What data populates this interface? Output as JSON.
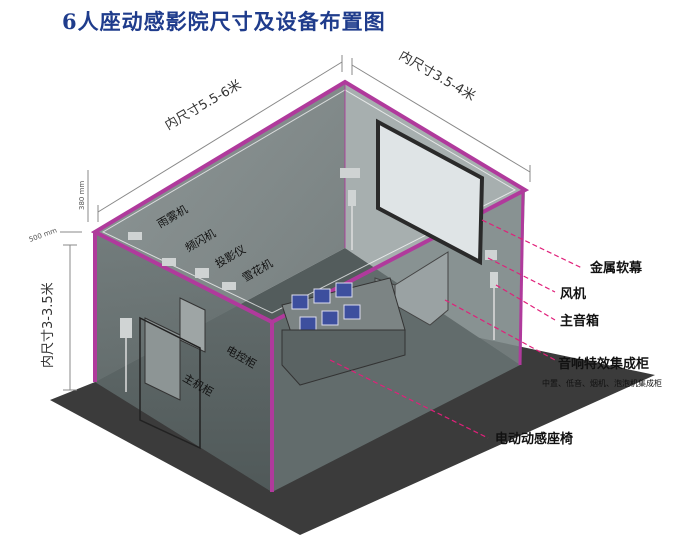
{
  "title": "6人座动感影院尺寸及设备布置图",
  "dimensions": {
    "width": "内尺寸5.5-6米",
    "depth": "内尺寸3.5-4米",
    "height": "内尺寸3-3.5米",
    "top_gap": "380 mm",
    "side_gap": "500 mm"
  },
  "inner_labels": {
    "rain_fog": "雨雾机",
    "strobe": "频闪机",
    "projector": "投影仪",
    "snow": "雪花机",
    "electric_cabinet": "电控柜",
    "main_cabinet": "主机柜"
  },
  "callouts": {
    "metal_screen": "金属软幕",
    "fan": "风机",
    "main_speaker": "主音箱",
    "effects_cabinet": "音响特效集成柜",
    "effects_cabinet_sub": "中置、低音、烟机、泡泡机集成柜",
    "motion_seats": "电动动感座椅"
  },
  "colors": {
    "title": "#1f3c8c",
    "frame_edge": "#b03a9c",
    "callout_line": "#e0207a",
    "floor": "#3b3b3b",
    "room_glass": "#6f7a7a"
  }
}
